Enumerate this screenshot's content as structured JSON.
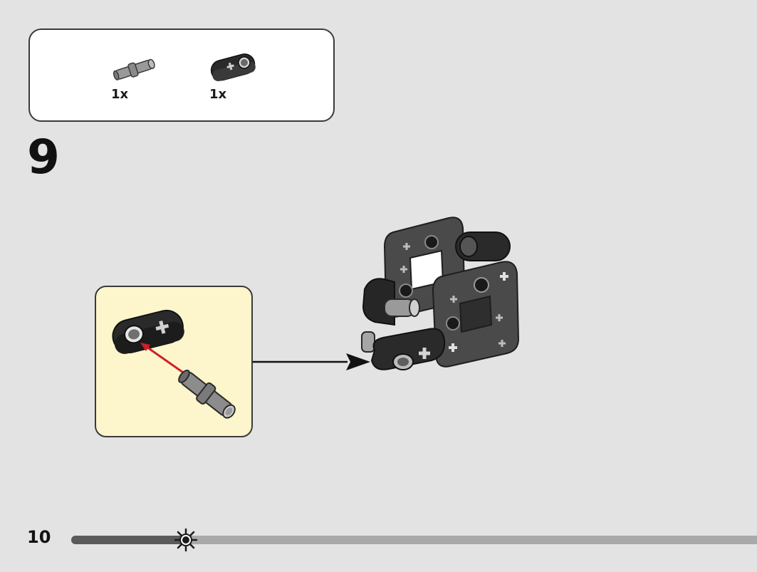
{
  "parts_list": {
    "items": [
      {
        "part": "technic-pin-icon",
        "quantity": "1x"
      },
      {
        "part": "technic-beam-icon",
        "quantity": "1x"
      }
    ]
  },
  "step": {
    "number": "9"
  },
  "page": {
    "number": "10",
    "progress_fraction": 0.16
  },
  "colors": {
    "background": "#e3e3e3",
    "callout_background": "#fdf5cc",
    "insert_arrow": "#cc2027",
    "part_dark": "#2a2a2a",
    "part_gray": "#7d7d7d"
  }
}
